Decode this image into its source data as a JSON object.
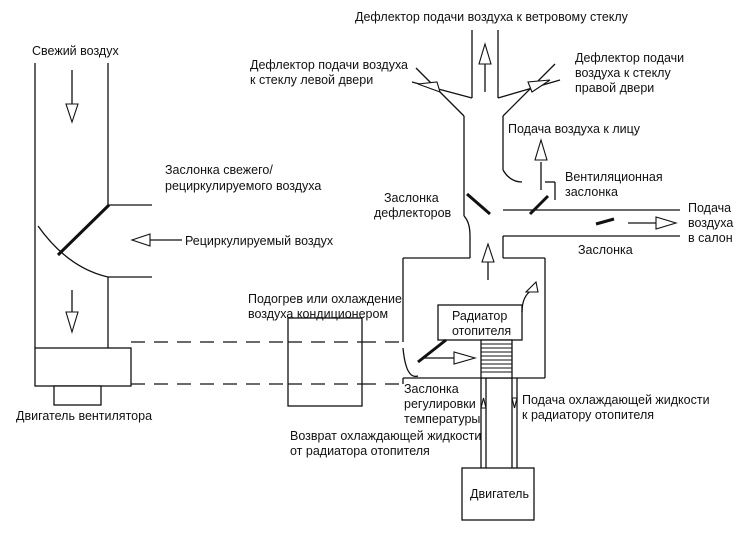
{
  "labels": {
    "fresh_air": "Свежий воздух",
    "windshield_deflector": "Дефлектор подачи воздуха к ветровому стеклу",
    "left_door_deflector_1": "Дефлектор подачи воздуха",
    "left_door_deflector_2": "к стеклу левой двери",
    "right_door_deflector_1": "Дефлектор подачи",
    "right_door_deflector_2": "воздуха к стеклу",
    "right_door_deflector_3": "правой двери",
    "face_air": "Подача воздуха к лицу",
    "recirc_flap_1": "Заслонка свежего/",
    "recirc_flap_2": "рециркулируемого воздуха",
    "vent_flap_1": "Вентиляционная",
    "vent_flap_2": "заслонка",
    "defrost_flap_1": "Заслонка",
    "defrost_flap_2": "дефлекторов",
    "cabin_air_1": "Подача",
    "cabin_air_2": "воздуха",
    "cabin_air_3": "в салон",
    "recirc_air": "Рециркулируемый воздух",
    "flap": "Заслонка",
    "ac_1": "Подогрев или охлаждение",
    "ac_2": "воздуха кондиционером",
    "heater_core_1": "Радиатор",
    "heater_core_2": "отопителя",
    "temp_flap_1": "Заслонка",
    "temp_flap_2": "регулировки",
    "temp_flap_3": "температуры",
    "coolant_supply_1": "Подача охлаждающей жидкости",
    "coolant_supply_2": "к радиатору отопителя",
    "blower_motor": "Двигатель вентилятора",
    "coolant_return_1": "Возврат охлаждающей жидкости",
    "coolant_return_2": "от радиатора отопителя",
    "engine": "Двигатель"
  }
}
